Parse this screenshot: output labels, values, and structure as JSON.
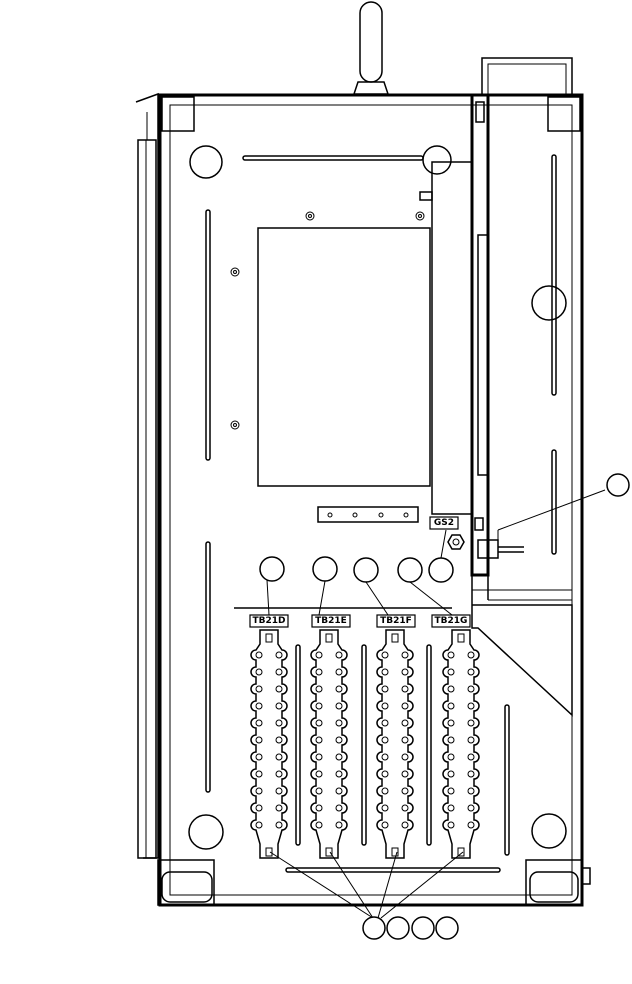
{
  "labels": {
    "gs2": "GS2",
    "tb21d": "TB21D",
    "tb21e": "TB21E",
    "tb21f": "TB21F",
    "tb21g": "TB21G"
  }
}
